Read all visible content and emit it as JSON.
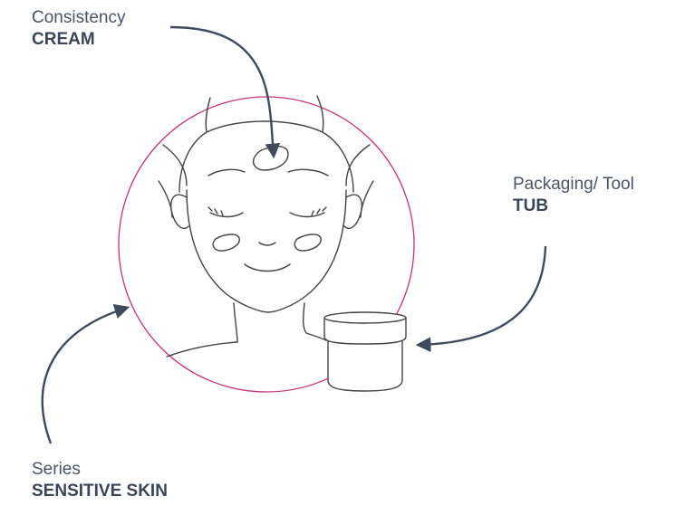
{
  "annotations": {
    "consistency": {
      "label": "Consistency",
      "value": "CREAM"
    },
    "packaging": {
      "label": "Packaging/ Tool",
      "value": "TUB"
    },
    "series": {
      "label": "Series",
      "value": "SENSITIVE SKIN"
    }
  },
  "colors": {
    "circle": "#c2357a",
    "line_art": "#444444",
    "arrow": "#3f4a5a",
    "text": "#3a4658"
  },
  "icons": [
    "face-illustration",
    "cream-tub-icon",
    "arrow-icon"
  ]
}
